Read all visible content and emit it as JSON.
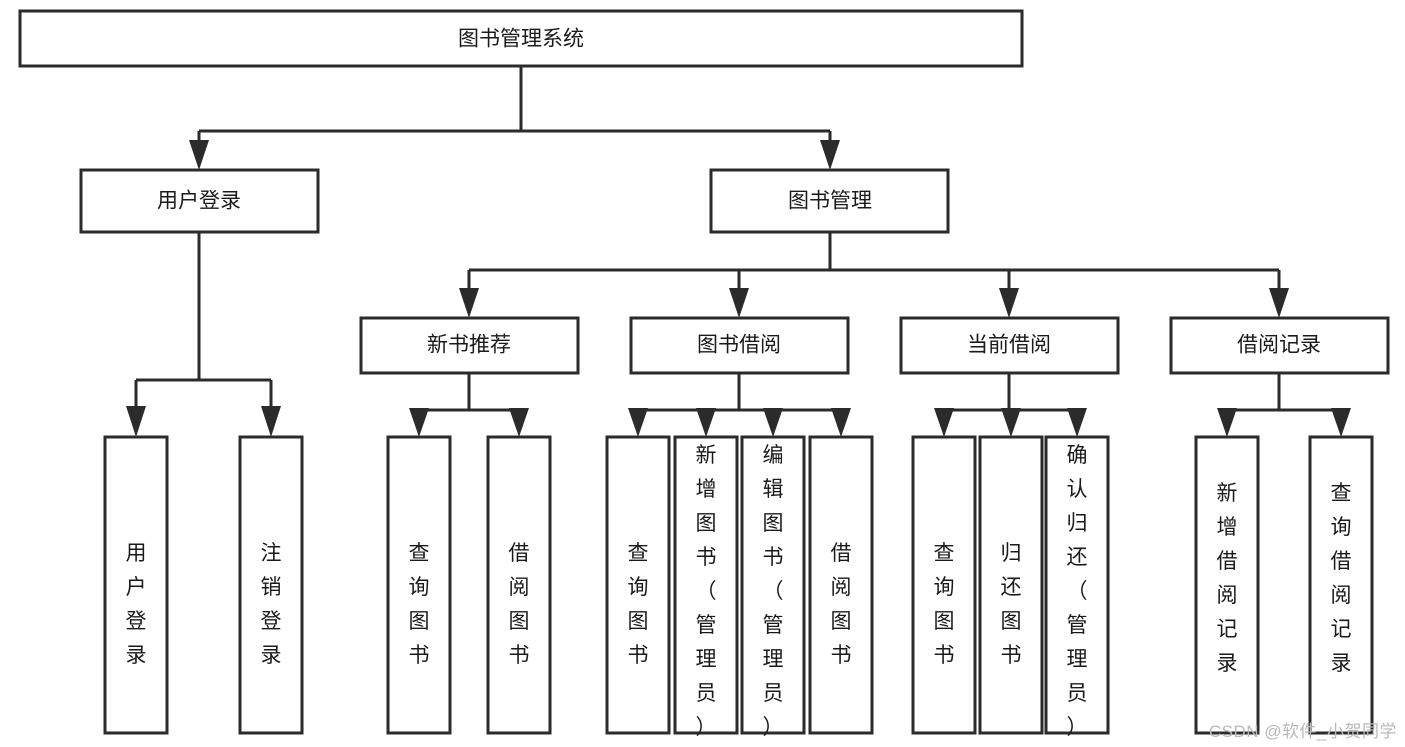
{
  "diagram": {
    "type": "tree",
    "title": "图书管理系统",
    "orientation": "top-down",
    "colors": {
      "box_stroke": "#2b2b2b",
      "box_fill": "#ffffff",
      "text": "#1a1a1a",
      "watermark": "#b9b9b9"
    },
    "nodes": {
      "root": {
        "label": "图书管理系统"
      },
      "level1": [
        {
          "label": "用户登录"
        },
        {
          "label": "图书管理"
        }
      ],
      "level2": [
        {
          "label": "新书推荐"
        },
        {
          "label": "图书借阅"
        },
        {
          "label": "当前借阅"
        },
        {
          "label": "借阅记录"
        }
      ],
      "leaves": {
        "user_login": [
          {
            "label": "用户登录"
          },
          {
            "label": "注销登录"
          }
        ],
        "new_book_recommend": [
          {
            "label": "查询图书"
          },
          {
            "label": "借阅图书"
          }
        ],
        "book_borrow": [
          {
            "label": "查询图书"
          },
          {
            "label": "新增图书（管理员）"
          },
          {
            "label": "编辑图书（管理员）"
          },
          {
            "label": "借阅图书"
          }
        ],
        "current_borrow": [
          {
            "label": "查询图书"
          },
          {
            "label": "归还图书"
          },
          {
            "label": "确认归还（管理员）"
          }
        ],
        "borrow_record": [
          {
            "label": "新增借阅记录"
          },
          {
            "label": "查询借阅记录"
          }
        ]
      }
    }
  },
  "watermark": {
    "text": "CSDN @软件_小贺同学"
  }
}
